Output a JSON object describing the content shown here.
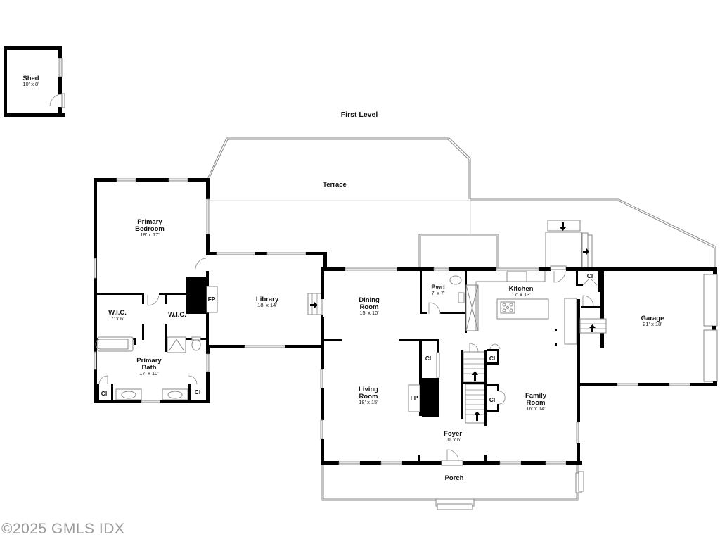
{
  "plan": {
    "level_title": "First Level",
    "copyright": "©2025 GMLS IDX"
  },
  "rooms": {
    "shed": {
      "name": "Shed",
      "dim": "10' x 8'"
    },
    "terrace": {
      "name": "Terrace"
    },
    "primary_bedroom": {
      "name_line1": "Primary",
      "name_line2": "Bedroom",
      "dim": "18' x 17'"
    },
    "wic_1": {
      "name": "W.I.C.",
      "dim": "7' x 6'"
    },
    "wic_2": {
      "name": "W.I.C."
    },
    "primary_bath": {
      "name_line1": "Primary",
      "name_line2": "Bath",
      "dim": "17' x 10'"
    },
    "bath_closet_left": {
      "name": "Cl"
    },
    "bath_closet_right": {
      "name": "Cl"
    },
    "library": {
      "name": "Library",
      "dim": "18' x 14'"
    },
    "library_fireplace": {
      "name": "FP"
    },
    "dining_room": {
      "name_line1": "Dining",
      "name_line2": "Room",
      "dim": "15' x 10'"
    },
    "powder": {
      "name": "Pwd",
      "dim": "7' x 7'"
    },
    "kitchen": {
      "name": "Kitchen",
      "dim": "17' x 13'"
    },
    "kitchen_closet": {
      "name": "Cl"
    },
    "garage": {
      "name": "Garage",
      "dim": "21' x 18'"
    },
    "living_room": {
      "name_line1": "Living",
      "name_line2": "Room",
      "dim": "18' x 15'"
    },
    "living_fireplace": {
      "name": "FP"
    },
    "living_closet": {
      "name": "Cl"
    },
    "stair_closet_upper": {
      "name": "Cl"
    },
    "stair_closet_lower": {
      "name": "Cl"
    },
    "family_room": {
      "name_line1": "Family",
      "name_line2": "Room",
      "dim": "16' x 14'"
    },
    "foyer": {
      "name": "Foyer",
      "dim": "10' x 6'"
    },
    "porch": {
      "name": "Porch"
    }
  }
}
